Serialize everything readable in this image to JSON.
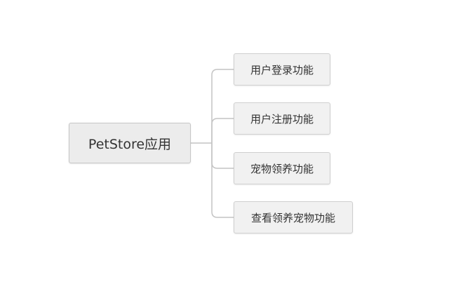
{
  "mindmap": {
    "root": {
      "label": "PetStore应用"
    },
    "children": [
      {
        "label": "用户登录功能"
      },
      {
        "label": "用户注册功能"
      },
      {
        "label": "宠物领养功能"
      },
      {
        "label": "查看领养宠物功能"
      }
    ],
    "colors": {
      "line": "#c4c4c4",
      "node_fill": "#f1f1f1",
      "node_border": "#cfcfcf",
      "text": "#333333"
    }
  }
}
